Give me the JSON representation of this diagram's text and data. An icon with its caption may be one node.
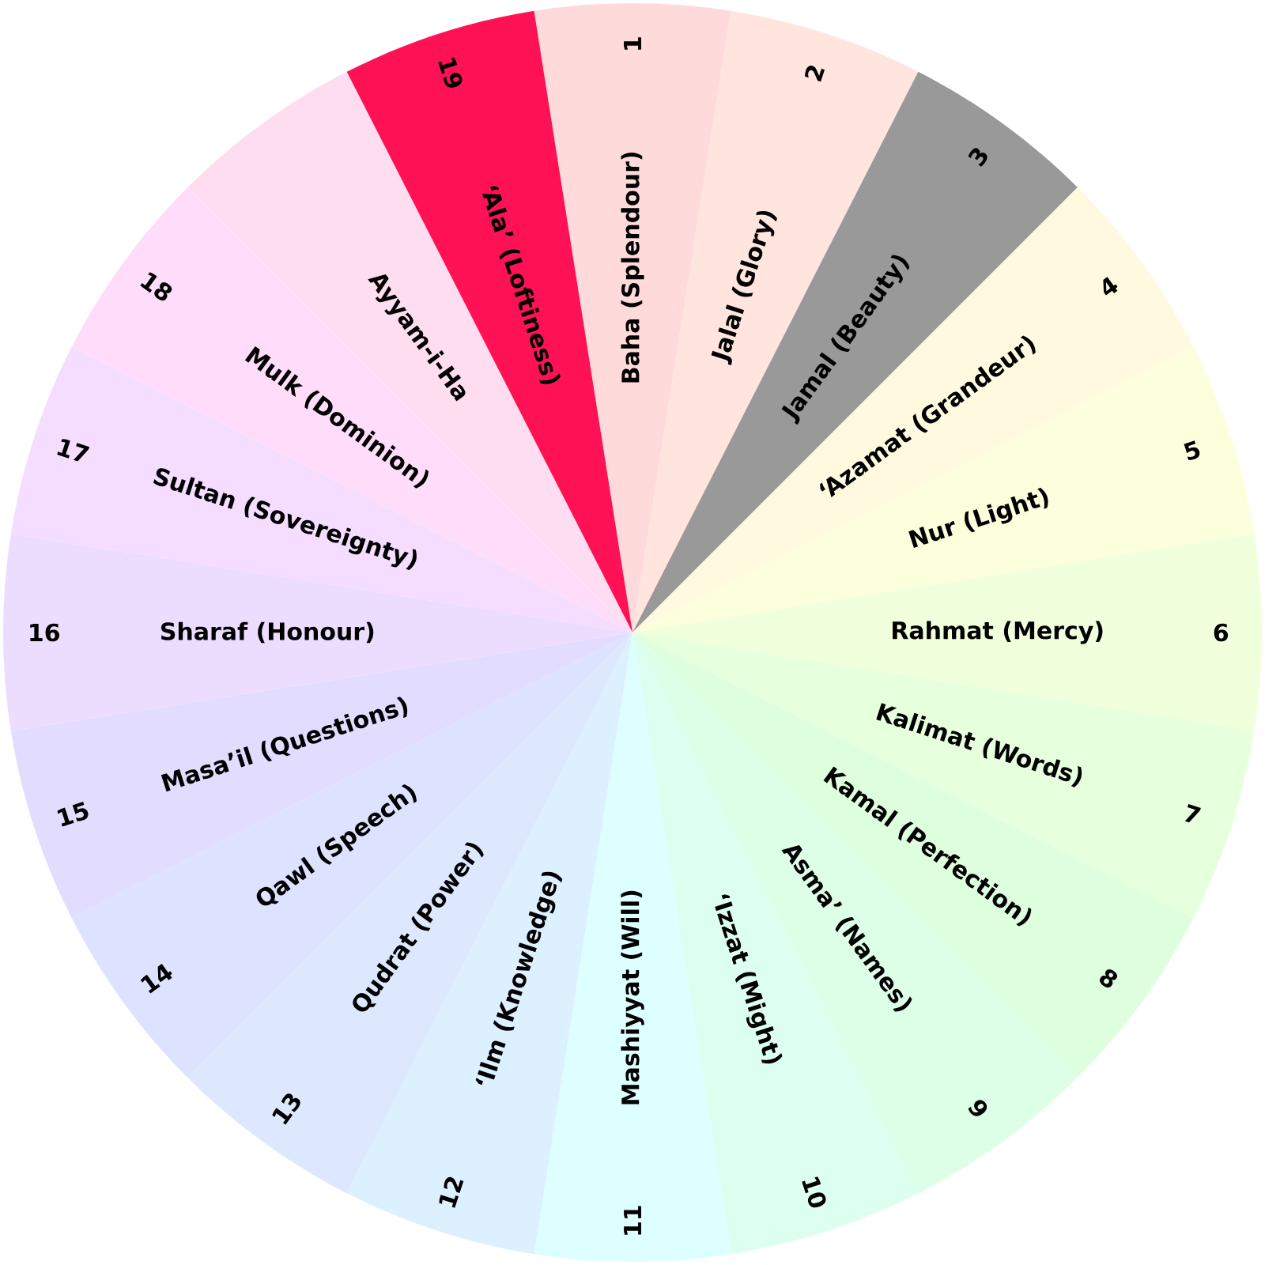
{
  "diagram": {
    "nodes": [
      {
        "text": [
          "Baha (Splendour)",
          "1"
        ]
      },
      {
        "text": [
          "Jalal (Glory)",
          "2"
        ]
      },
      {
        "text": [
          "Jamal (Beauty)",
          "3"
        ]
      },
      {
        "text": [
          "‘Azamat (Grandeur)",
          "4"
        ]
      },
      {
        "text": [
          "Nur (Light)",
          "5"
        ]
      },
      {
        "text": [
          "Rahmat (Mercy)",
          "6"
        ]
      },
      {
        "text": [
          "Kalimat (Words)",
          "7"
        ]
      },
      {
        "text": [
          "Kamal (Perfection)",
          "8"
        ]
      },
      {
        "text": [
          "Asma’ (Names)",
          "9"
        ]
      },
      {
        "text": [
          "‘Izzat (Might)",
          "10"
        ]
      },
      {
        "text": [
          "11",
          "Mashiyyat (Will)"
        ]
      },
      {
        "text": [
          "12",
          "‘Ilm (Knowledge)"
        ]
      },
      {
        "text": [
          "13",
          "Qudrat (Power)"
        ]
      },
      {
        "text": [
          "14",
          "Qawl (Speech)"
        ]
      },
      {
        "text": [
          "15",
          "Masa’il (Questions)"
        ]
      },
      {
        "text": [
          "16",
          "Sharaf (Honour)"
        ]
      },
      {
        "text": [
          "17",
          "Sultan (Sovereignty)"
        ]
      },
      {
        "text": [
          "18",
          "Mulk (Dominion)"
        ]
      },
      {
        "text": [
          "Ayyam-i-Ha"
        ]
      },
      {
        "text": [
          "19",
          "‘Ala’ (Loftiness)"
        ]
      }
    ]
  }
}
